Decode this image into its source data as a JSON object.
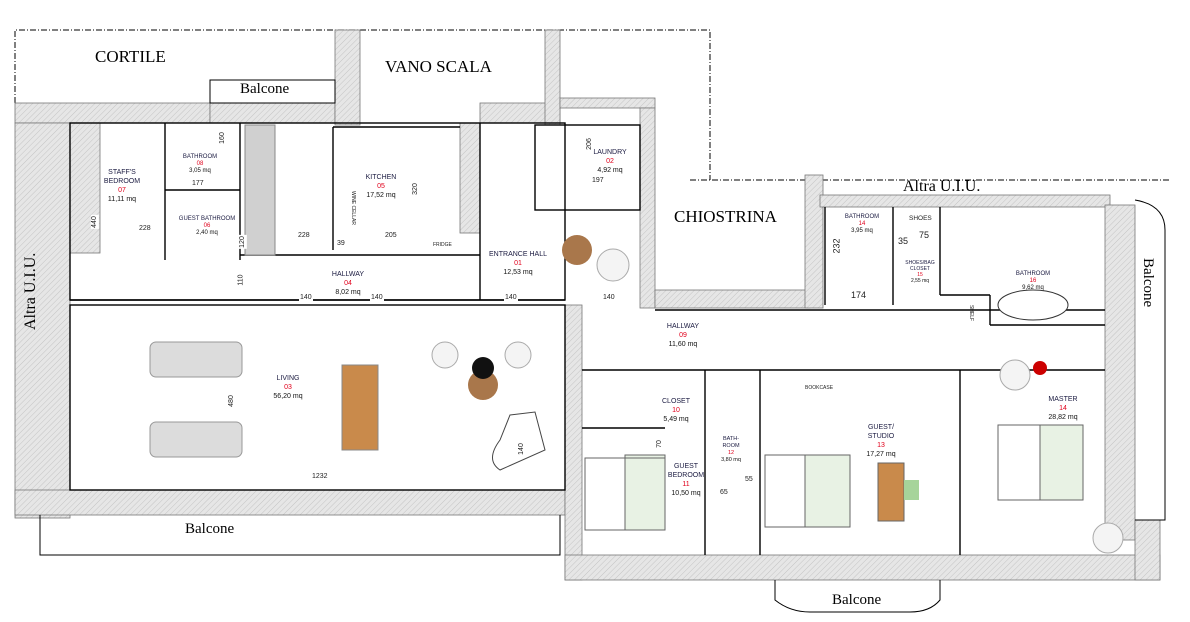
{
  "areas": {
    "cortile": "CORTILE",
    "vano_scala": "VANO SCALA",
    "chiostrina": "CHIOSTRINA",
    "altra_top": "Altra U.I.U.",
    "altra_left": "Altra U.I.U.",
    "balcone_top": "Balcone",
    "balcone_bottom_left": "Balcone",
    "balcone_bottom_right": "Balcone",
    "balcone_right": "Balcone"
  },
  "rooms": [
    {
      "name": "ENTRANCE HALL",
      "number": "01",
      "area": "12,53 mq"
    },
    {
      "name": "LAUNDRY",
      "number": "02",
      "area": "4,92 mq"
    },
    {
      "name": "LIVING",
      "number": "03",
      "area": "56,20 mq"
    },
    {
      "name": "HALLWAY",
      "number": "04",
      "area": "8,02 mq"
    },
    {
      "name": "KITCHEN",
      "number": "05",
      "area": "17,52 mq"
    },
    {
      "name": "GUEST BATHROOM",
      "number": "06",
      "area": "2,40 mq"
    },
    {
      "name": "STAFF'S BEDROOM",
      "number": "07",
      "area": "11,11 mq"
    },
    {
      "name": "BATHROOM",
      "number": "08",
      "area": "3,05 mq"
    },
    {
      "name": "HALLWAY",
      "number": "09",
      "area": "11,60 mq"
    },
    {
      "name": "CLOSET",
      "number": "10",
      "area": "5,49 mq"
    },
    {
      "name": "GUEST BEDROOM",
      "number": "11",
      "area": "10,50 mq"
    },
    {
      "name": "BATH-ROOM",
      "number": "12",
      "area": "3,80 mq"
    },
    {
      "name": "GUEST/ STUDIO",
      "number": "13",
      "area": "17,27 mq"
    },
    {
      "name": "MASTER",
      "number": "14",
      "area": "28,82 mq"
    },
    {
      "name": "BATHROOM",
      "number": "14",
      "area": "3,95 mq"
    },
    {
      "name": "SHOES/BAG CLOSET",
      "number": "15",
      "area": "2,55 mq"
    },
    {
      "name": "BATHROOM",
      "number": "16",
      "area": "9,62 mq"
    }
  ],
  "labels": {
    "shoes": "SHOES",
    "wine_cellar": "WINE CELLAR",
    "fridge": "FRIDGE",
    "bookcase": "BOOKCASE",
    "shelf": "SHELF"
  },
  "dimensions": [
    "440",
    "228",
    "177",
    "160",
    "120",
    "228",
    "39",
    "205",
    "320",
    "110",
    "140",
    "140",
    "140",
    "140",
    "206",
    "197",
    "232",
    "35",
    "75",
    "174",
    "480",
    "1232",
    "55",
    "65",
    "70",
    "140"
  ]
}
